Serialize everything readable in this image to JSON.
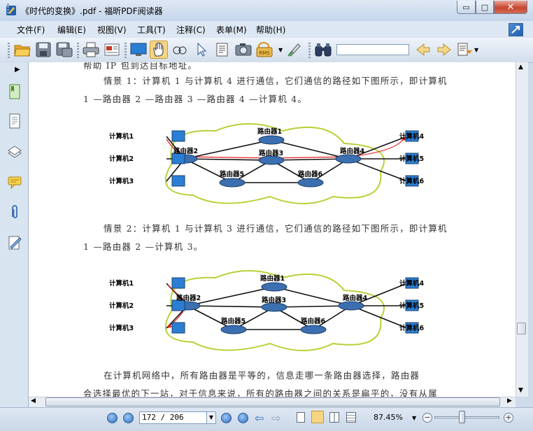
{
  "window": {
    "title": "《时代的变换》.pdf - 福昕PDF阅读器",
    "min_glyph": "▭",
    "max_glyph": "□",
    "close_glyph": "✕"
  },
  "menu": {
    "items": [
      {
        "label": "文件(F)"
      },
      {
        "label": "编辑(E)"
      },
      {
        "label": "视图(V)"
      },
      {
        "label": "工具(T)"
      },
      {
        "label": "注释(C)"
      },
      {
        "label": "表单(M)"
      },
      {
        "label": "帮助(H)"
      }
    ]
  },
  "toolbar": {
    "icons": [
      "open-folder-icon",
      "save-icon",
      "save-as-icon",
      "print-icon",
      "scan-icon",
      "fullscreen-monitor-icon",
      "hand-tool-icon",
      "snapshot-icon",
      "select-arrow-icon",
      "text-select-icon",
      "camera-icon",
      "rms-icon",
      "typewriter-icon",
      "binoculars-icon"
    ],
    "rms_label": "RMS",
    "search_value": ""
  },
  "document": {
    "line0": "帮助 IP 包到达目标地址。",
    "scene1_line1": "情景 1：计算机 1 与计算机 4 进行通信，它们通信的路径如下图所示，即计算机",
    "scene1_line2": "1 —路由器 2 —路由器 3 —路由器 4 —计算机 4。",
    "scene2_line1": "情景 2：计算机 1 与计算机 3 进行通信，它们通信的路径如下图所示，即计算机",
    "scene2_line2": "1 —路由器 2 —计算机 3。",
    "final_line1": "在计算机网络中，所有路由器是平等的，信息走哪一条路由器选择，路由器",
    "final_line2": "会选择最优的下一站，对于信息来说，所有的路由器之间的关系是扁平的，没有从属"
  },
  "diagram": {
    "computers_left": [
      "计算机1",
      "计算机2",
      "计算机3"
    ],
    "computers_right": [
      "计算机4",
      "计算机5",
      "计算机6"
    ],
    "routers": [
      "路由器1",
      "路由器2",
      "路由器3",
      "路由器4",
      "路由器5",
      "路由器6"
    ],
    "colors": {
      "cloud": "#b5d336",
      "path": "#e0201c",
      "link": "#111111",
      "router": "#3b6fb0"
    }
  },
  "status": {
    "page_value": "172 / 206",
    "zoom": "87.45%",
    "zoom_minus": "−",
    "zoom_plus": "+"
  }
}
